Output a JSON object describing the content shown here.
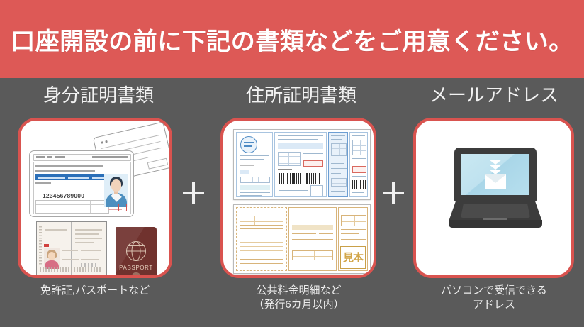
{
  "header": {
    "title": "口座開設の前に下記の書類などをご用意ください。",
    "background_color": "#dd5956",
    "text_color": "#ffffff"
  },
  "page": {
    "background_color": "#5a5a5a",
    "card_border_color": "#d9534f",
    "card_background_color": "#ffffff"
  },
  "separators": {
    "plus_1": "+",
    "plus_2": "+"
  },
  "columns": [
    {
      "heading": "身分証明書類",
      "caption": "免許証,パスポートなど",
      "illustrations": {
        "license": {
          "number": "123456789000",
          "type": "driver-license-card"
        },
        "passport": {
          "label": "PASSPORT",
          "cover_color": "#70322e",
          "type": "passport-booklet"
        }
      }
    },
    {
      "heading": "住所証明書類",
      "caption": "公共料金明細など\n（発行6カ月以内）",
      "illustrations": {
        "bill_blue": {
          "type": "utility-bill-statement",
          "accent_color": "#6c9ed3"
        },
        "bill_amber": {
          "type": "utility-bill-statement",
          "accent_color": "#d8b47a",
          "stamp_text": "見本"
        }
      }
    },
    {
      "heading": "メールアドレス",
      "caption": "パソコンで受信できる\nアドレス",
      "illustrations": {
        "laptop": {
          "type": "laptop-receiving-email",
          "screen_color": "#bfe2ef",
          "body_color": "#3c3c3c"
        }
      }
    }
  ]
}
